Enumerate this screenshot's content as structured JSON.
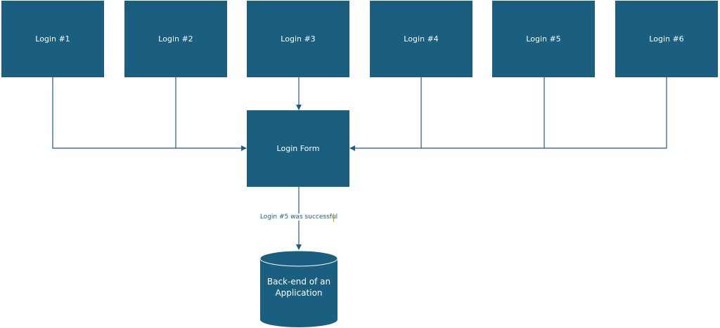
{
  "diagram": {
    "colors": {
      "node_fill": "#1a5f80",
      "node_text": "#ffffff",
      "connector": "#1a5f80",
      "cursor": "#d9a400"
    },
    "login_nodes": [
      "Login #1",
      "Login #2",
      "Login #3",
      "Login #4",
      "Login #5",
      "Login #6"
    ],
    "form_node": "Login Form",
    "edge_label": "Login #5 was successful",
    "database": {
      "line1": "Back-end of an",
      "line2": "Application"
    }
  }
}
